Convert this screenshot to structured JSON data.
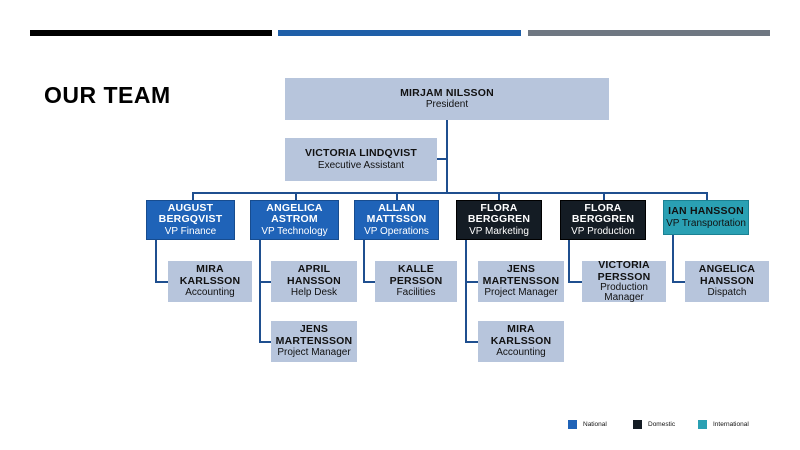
{
  "page": {
    "title": "OUR TEAM",
    "colors": {
      "accent_black": "#000000",
      "accent_blue": "#1f5fa8",
      "accent_grey": "#6f7782",
      "node_grey": "#b7c5dc",
      "national": "#1f63b8",
      "domestic": "#141c24",
      "international": "#2aa0b3",
      "connector": "#1f4f8f"
    }
  },
  "org": {
    "president": {
      "name": "MIRJAM NILSSON",
      "role": "President"
    },
    "assistant": {
      "name": "VICTORIA LINDQVIST",
      "role": "Executive Assistant"
    },
    "vps": [
      {
        "name": "AUGUST\nBERGQVIST",
        "role": "VP Finance",
        "category": "national"
      },
      {
        "name": "ANGELICA\nASTROM",
        "role": "VP Technology",
        "category": "national"
      },
      {
        "name": "ALLAN\nMATTSSON",
        "role": "VP Operations",
        "category": "national"
      },
      {
        "name": "FLORA\nBERGGREN",
        "role": "VP Marketing",
        "category": "domestic"
      },
      {
        "name": "FLORA\nBERGGREN",
        "role": "VP Production",
        "category": "domestic"
      },
      {
        "name": "IAN HANSSON",
        "role": "VP Transportation",
        "category": "international"
      }
    ],
    "staff": [
      {
        "name": "MIRA\nKARLSSON",
        "role": "Accounting"
      },
      {
        "name": "APRIL\nHANSSON",
        "role": "Help Desk"
      },
      {
        "name": "JENS\nMARTENSSON",
        "role": "Project Manager"
      },
      {
        "name": "KALLE\nPERSSON",
        "role": "Facilities"
      },
      {
        "name": "JENS\nMARTENSSON",
        "role": "Project Manager"
      },
      {
        "name": "MIRA\nKARLSSON",
        "role": "Accounting"
      },
      {
        "name": "VICTORIA\nPERSSON",
        "role": "Production\nManager"
      },
      {
        "name": "ANGELICA\nHANSSON",
        "role": "Dispatch"
      }
    ]
  },
  "legend": [
    {
      "label": "National",
      "color": "#1f63b8"
    },
    {
      "label": "Domestic",
      "color": "#141c24"
    },
    {
      "label": "International",
      "color": "#2aa0b3"
    }
  ]
}
